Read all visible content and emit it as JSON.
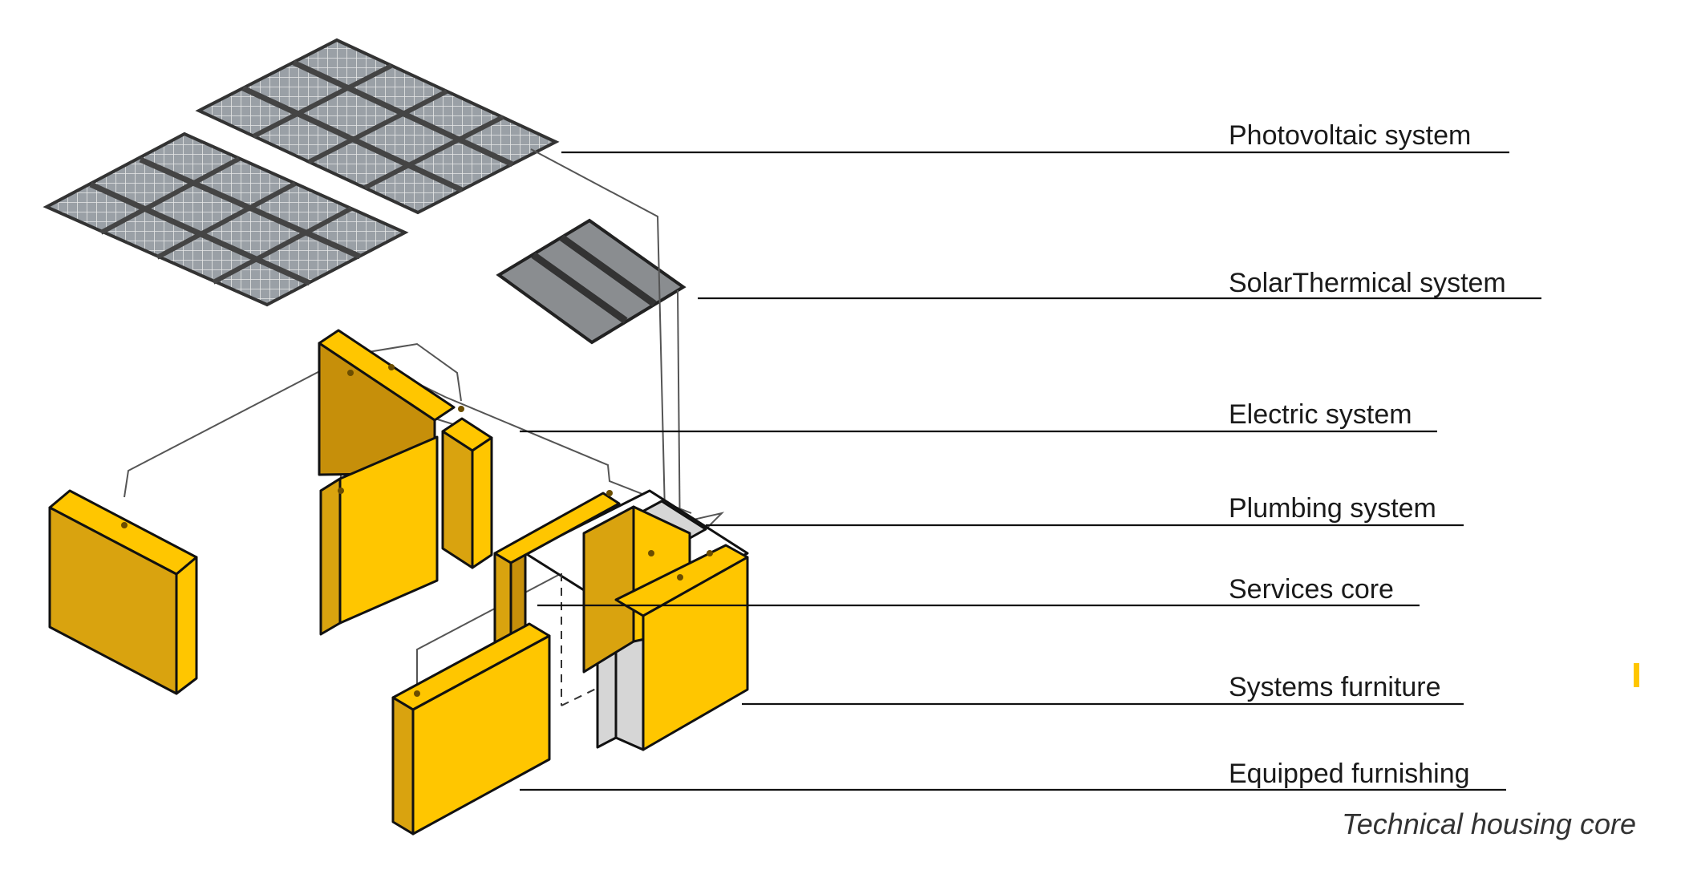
{
  "labels": {
    "photovoltaic": "Photovoltaic system",
    "solar_thermal": "SolarThermical system",
    "electric": "Electric system",
    "plumbing": "Plumbing system",
    "services_core": "Services core",
    "systems_furniture": "Systems furniture",
    "equipped_furnishing": "Equipped furnishing"
  },
  "caption": "Technical housing core",
  "colors": {
    "panel_yellow_face": "#FFC600",
    "panel_yellow_side": "#D9A30F",
    "panel_yellow_dark": "#C68F0A",
    "pv_cell": "#9aa0a6",
    "pv_frame": "#333333",
    "thermal_panel": "#8a8d90",
    "core_grey": "#d6d6d6",
    "accent_bar": "#FFC600"
  },
  "icons": {
    "photovoltaic": "pv-panels-icon",
    "solar_thermal": "solar-thermal-panel-icon",
    "plumbing": "plumbing-riser-icon"
  }
}
